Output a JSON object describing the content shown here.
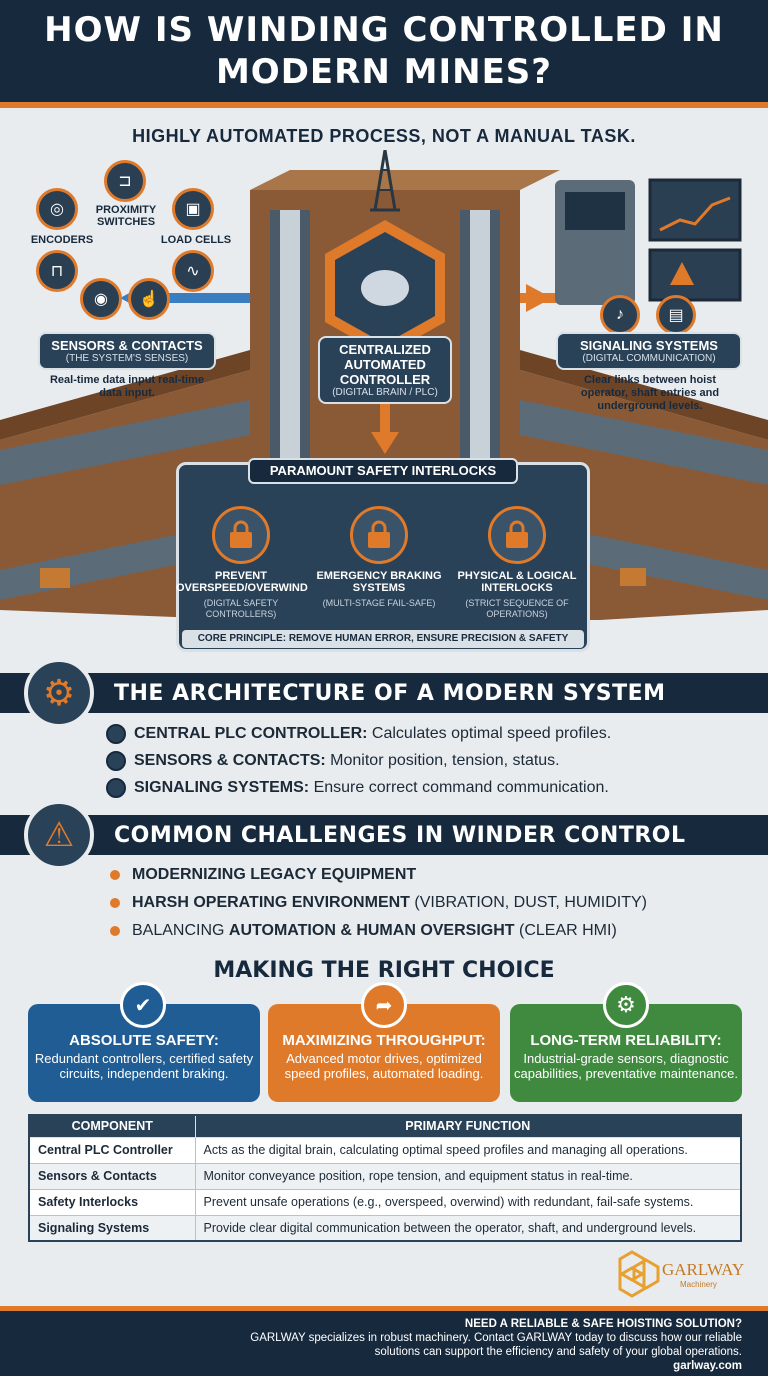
{
  "header": {
    "title": "HOW IS WINDING CONTROLLED IN MODERN MINES?"
  },
  "subtitle": "HIGHLY AUTOMATED PROCESS, NOT A MANUAL TASK.",
  "sensors": {
    "encoders": "ENCODERS",
    "proximity": "PROXIMITY SWITCHES",
    "load_cells": "LOAD CELLS",
    "box_title": "SENSORS & CONTACTS",
    "box_sub": "(THE SYSTEM'S SENSES)",
    "note": "Real-time data input real-time data input."
  },
  "controller": {
    "title": "CENTRALIZED AUTOMATED CONTROLLER",
    "sub": "(DIGITAL BRAIN / PLC)"
  },
  "signaling": {
    "box_title": "SIGNALING SYSTEMS",
    "box_sub": "(DIGITAL COMMUNICATION)",
    "note": "Clear links between hoist operator, shaft entries and underground levels."
  },
  "interlocks": {
    "title": "PARAMOUNT SAFETY INTERLOCKS",
    "items": [
      {
        "title": "PREVENT OVERSPEED/OVERWIND",
        "sub": "(DIGITAL SAFETY CONTROLLERS)"
      },
      {
        "title": "EMERGENCY BRAKING SYSTEMS",
        "sub": "(MULTI-STAGE FAIL-SAFE)"
      },
      {
        "title": "PHYSICAL & LOGICAL INTERLOCKS",
        "sub": "(STRICT SEQUENCE OF OPERATIONS)"
      }
    ],
    "core": "CORE PRINCIPLE: REMOVE HUMAN ERROR, ENSURE PRECISION & SAFETY"
  },
  "architecture": {
    "title": "THE ARCHITECTURE OF A MODERN SYSTEM",
    "items": [
      {
        "label": "CENTRAL PLC CONTROLLER:",
        "text": "Calculates optimal speed profiles."
      },
      {
        "label": "SENSORS & CONTACTS:",
        "text": "Monitor position, tension, status."
      },
      {
        "label": "SIGNALING SYSTEMS:",
        "text": "Ensure correct command communication."
      }
    ]
  },
  "challenges": {
    "title": "COMMON CHALLENGES IN WINDER CONTROL",
    "items": [
      {
        "bold": "MODERNIZING LEGACY EQUIPMENT",
        "pre": "",
        "post": ""
      },
      {
        "bold": "HARSH OPERATING ENVIRONMENT",
        "pre": "",
        "post": " (VIBRATION, DUST, HUMIDITY)"
      },
      {
        "bold": "AUTOMATION & HUMAN OVERSIGHT",
        "pre": "BALANCING ",
        "post": " (CLEAR HMI)"
      }
    ]
  },
  "choice": {
    "title": "MAKING THE RIGHT CHOICE",
    "cards": [
      {
        "title": "ABSOLUTE SAFETY:",
        "text": "Redundant controllers, certified safety circuits, independent braking.",
        "color": "#1f5d94"
      },
      {
        "title": "MAXIMIZING THROUGHPUT:",
        "text": "Advanced motor drives, optimized speed profiles, automated loading.",
        "color": "#e07a2b"
      },
      {
        "title": "LONG-TERM RELIABILITY:",
        "text": "Industrial-grade sensors, diagnostic capabilities, preventative maintenance.",
        "color": "#3f8a3f"
      }
    ]
  },
  "table": {
    "headers": [
      "COMPONENT",
      "PRIMARY FUNCTION"
    ],
    "rows": [
      [
        "Central PLC Controller",
        "Acts as the digital brain, calculating optimal speed profiles and managing all operations."
      ],
      [
        "Sensors & Contacts",
        "Monitor conveyance position, rope tension, and equipment status in real-time."
      ],
      [
        "Safety Interlocks",
        "Prevent unsafe operations (e.g., overspeed, overwind) with redundant, fail-safe systems."
      ],
      [
        "Signaling Systems",
        "Provide clear digital communication between the operator, shaft, and underground levels."
      ]
    ]
  },
  "logo": {
    "name": "GARLWAY",
    "tag": "Machinery"
  },
  "footer": {
    "headline": "NEED A RELIABLE & SAFE HOISTING SOLUTION?",
    "body": "GARLWAY specializes in robust machinery. Contact GARLWAY today to discuss how our reliable solutions can support the efficiency and safety of your global operations.",
    "url": "garlway.com"
  }
}
